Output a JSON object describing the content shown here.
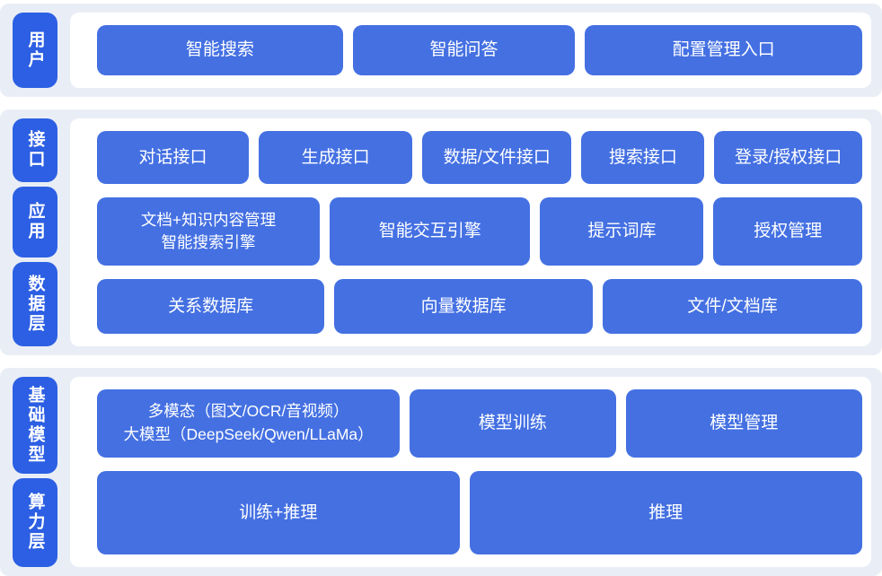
{
  "colors": {
    "box_blue": "#4470e2",
    "label_blue": "#2c5fe3",
    "band_background": "#e9eef6",
    "panel_background": "#ffffff",
    "text": "#ffffff"
  },
  "sections": [
    {
      "name": "user",
      "labels": [
        {
          "text": "用户"
        }
      ],
      "rows": [
        {
          "boxes": [
            {
              "label": "智能搜索"
            },
            {
              "label": "智能问答"
            },
            {
              "label": "配置管理入口"
            }
          ]
        }
      ]
    },
    {
      "name": "interface-application-data",
      "labels": [
        {
          "text": "接口"
        },
        {
          "text": "应用"
        },
        {
          "text": "数据层"
        }
      ],
      "rows": [
        {
          "boxes": [
            {
              "label": "对话接口"
            },
            {
              "label": "生成接口"
            },
            {
              "label": "数据/文件接口"
            },
            {
              "label": "搜索接口"
            },
            {
              "label": "登录/授权接口"
            }
          ]
        },
        {
          "boxes": [
            {
              "label": "文档+知识内容管理\n智能搜索引擎"
            },
            {
              "label": "智能交互引擎"
            },
            {
              "label": "提示词库"
            },
            {
              "label": "授权管理"
            }
          ]
        },
        {
          "boxes": [
            {
              "label": "关系数据库"
            },
            {
              "label": "向量数据库"
            },
            {
              "label": "文件/文档库"
            }
          ]
        }
      ]
    },
    {
      "name": "foundation-model-compute",
      "labels": [
        {
          "text": "基础模型"
        },
        {
          "text": "算力层"
        }
      ],
      "rows": [
        {
          "boxes": [
            {
              "label": "多模态（图文/OCR/音视频）\n大模型（DeepSeek/Qwen/LLaMa）"
            },
            {
              "label": "模型训练"
            },
            {
              "label": "模型管理"
            }
          ]
        },
        {
          "boxes": [
            {
              "label": "训练+推理"
            },
            {
              "label": "推理"
            }
          ]
        }
      ]
    }
  ]
}
